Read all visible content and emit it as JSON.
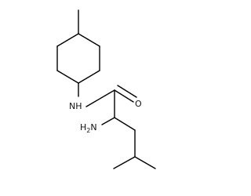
{
  "molecule": {
    "atoms": {
      "nh": "NH",
      "o": "O",
      "h2n": "H2N"
    }
  }
}
